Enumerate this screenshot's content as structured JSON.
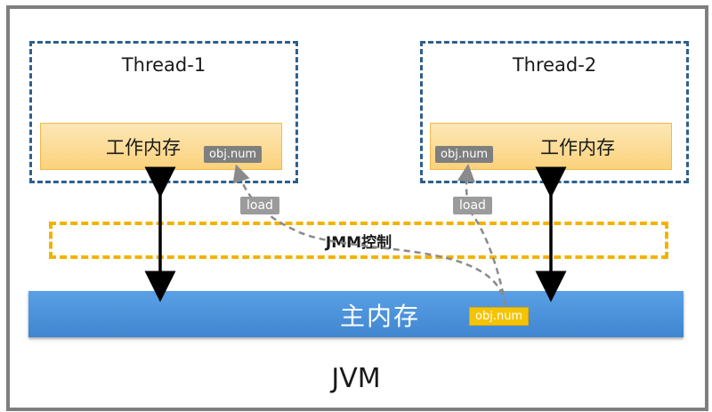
{
  "thread1": {
    "title": "Thread-1",
    "work_memory": "工作内存",
    "obj_tag": "obj.num",
    "load_label": "load"
  },
  "thread2": {
    "title": "Thread-2",
    "work_memory": "工作内存",
    "obj_tag": "obj.num",
    "load_label": "load"
  },
  "jmm_label": "JMM控制",
  "main_memory": {
    "label": "主内存",
    "obj_tag": "obj.num"
  },
  "jvm_label": "JVM",
  "colors": {
    "thread_border": "#2e5f8e",
    "work_memory_fill": "#fbd27c",
    "jmm_border": "#f2b300",
    "main_memory_fill": "#3f86d0",
    "obj_tag_gray": "#7f7f7f",
    "obj_tag_yellow": "#f5c400"
  }
}
